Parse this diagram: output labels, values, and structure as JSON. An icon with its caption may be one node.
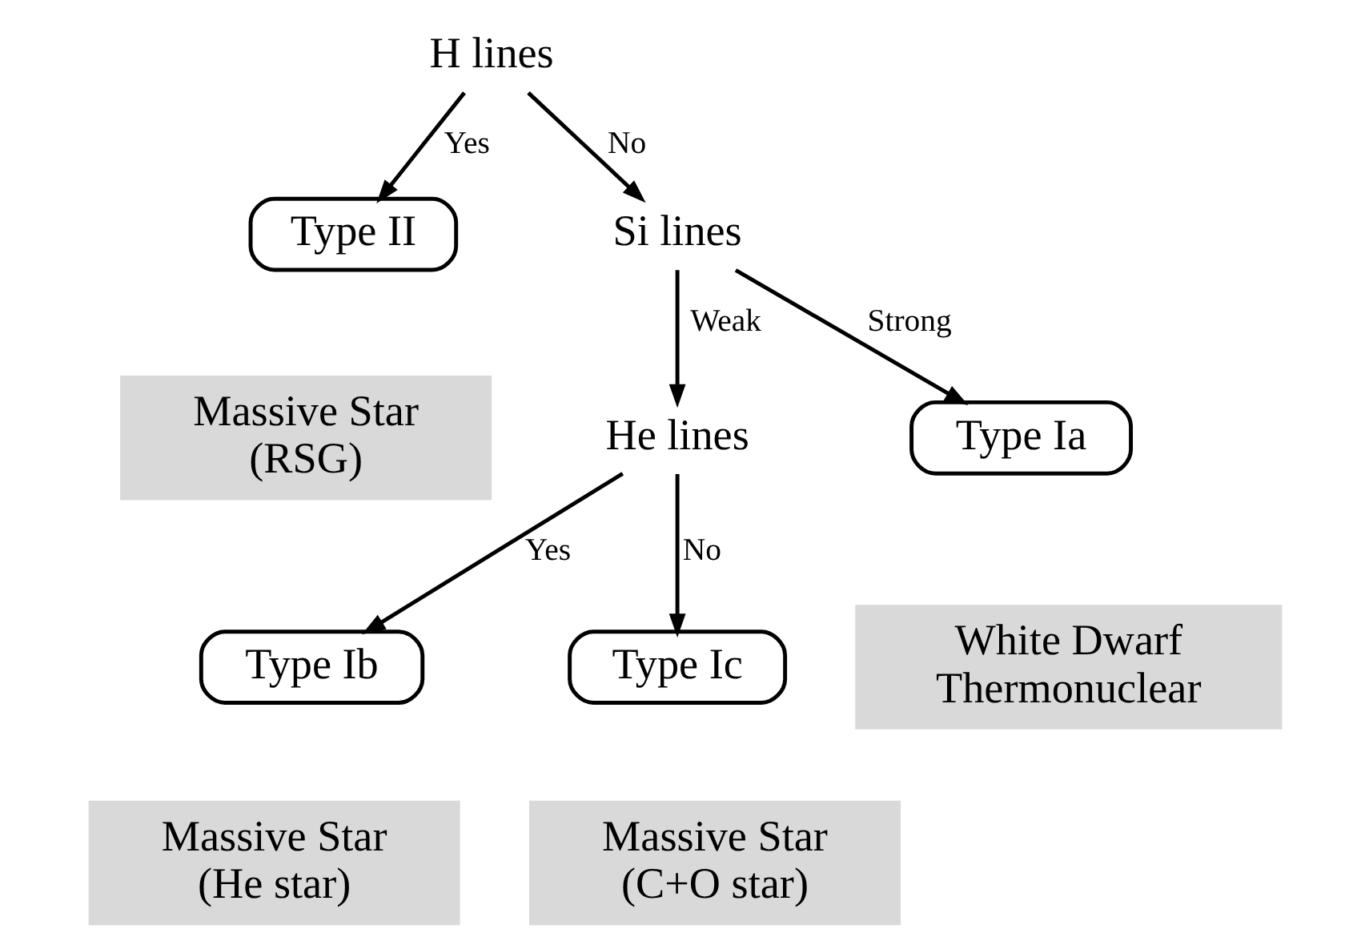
{
  "diagram": {
    "nodes": [
      {
        "text": [
          "H lines"
        ]
      },
      {
        "text": [
          "Type II"
        ]
      },
      {
        "text": [
          "Si lines"
        ]
      },
      {
        "text": [
          "Massive Star (RSG)"
        ]
      },
      {
        "text": [
          "He lines"
        ]
      },
      {
        "text": [
          "Type Ia"
        ]
      },
      {
        "text": [
          "White Dwarf Thermonuclear"
        ]
      },
      {
        "text": [
          "Type Ib"
        ]
      },
      {
        "text": [
          "Type Ic"
        ]
      },
      {
        "text": [
          "Massive Star (He star)"
        ]
      },
      {
        "text": [
          "Massive Star (C+O star)"
        ]
      }
    ],
    "edges": [
      {
        "from": 0,
        "to": 1,
        "arrow": "to",
        "label": "Yes"
      },
      {
        "from": 0,
        "to": 2,
        "arrow": "to",
        "label": "No"
      },
      {
        "from": 2,
        "to": 4,
        "arrow": "to",
        "label": "Weak"
      },
      {
        "from": 2,
        "to": 5,
        "arrow": "to",
        "label": "Strong"
      },
      {
        "from": 4,
        "to": 7,
        "arrow": "to",
        "label": "Yes"
      },
      {
        "from": 4,
        "to": 8,
        "arrow": "to",
        "label": "No"
      }
    ]
  }
}
